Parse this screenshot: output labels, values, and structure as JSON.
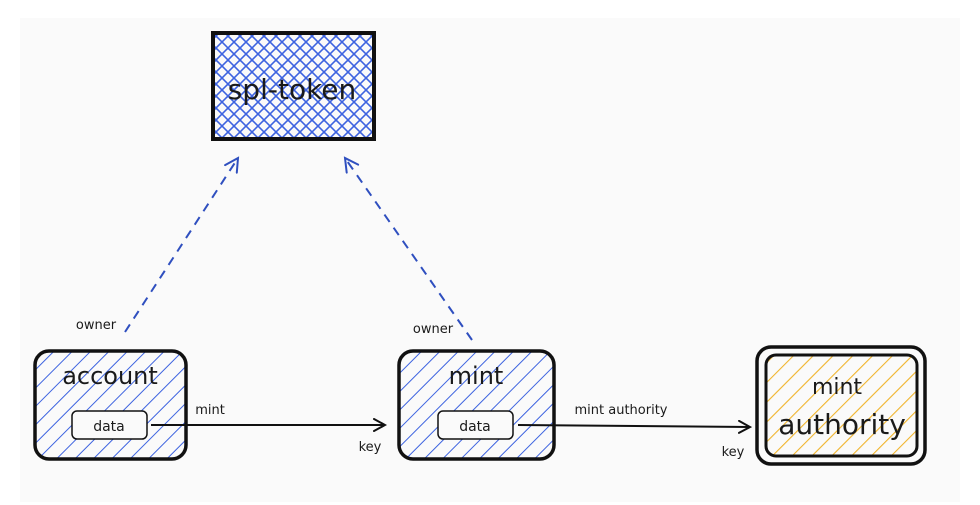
{
  "nodes": {
    "spl_token": {
      "label": "spl-token"
    },
    "account": {
      "label": "account",
      "inner": "data"
    },
    "mint": {
      "label": "mint",
      "inner": "data"
    },
    "mint_authority": {
      "label_line1": "mint",
      "label_line2": "authority"
    }
  },
  "edges": {
    "account_owner": "owner",
    "mint_owner": "owner",
    "account_mint": "mint",
    "account_mint_key": "key",
    "mint_authority": "mint authority",
    "mint_authority_key": "key"
  },
  "colors": {
    "blue": "#3d63e0",
    "orange": "#f0b42c",
    "stroke": "#111111",
    "dashed": "#2f4fbf"
  }
}
